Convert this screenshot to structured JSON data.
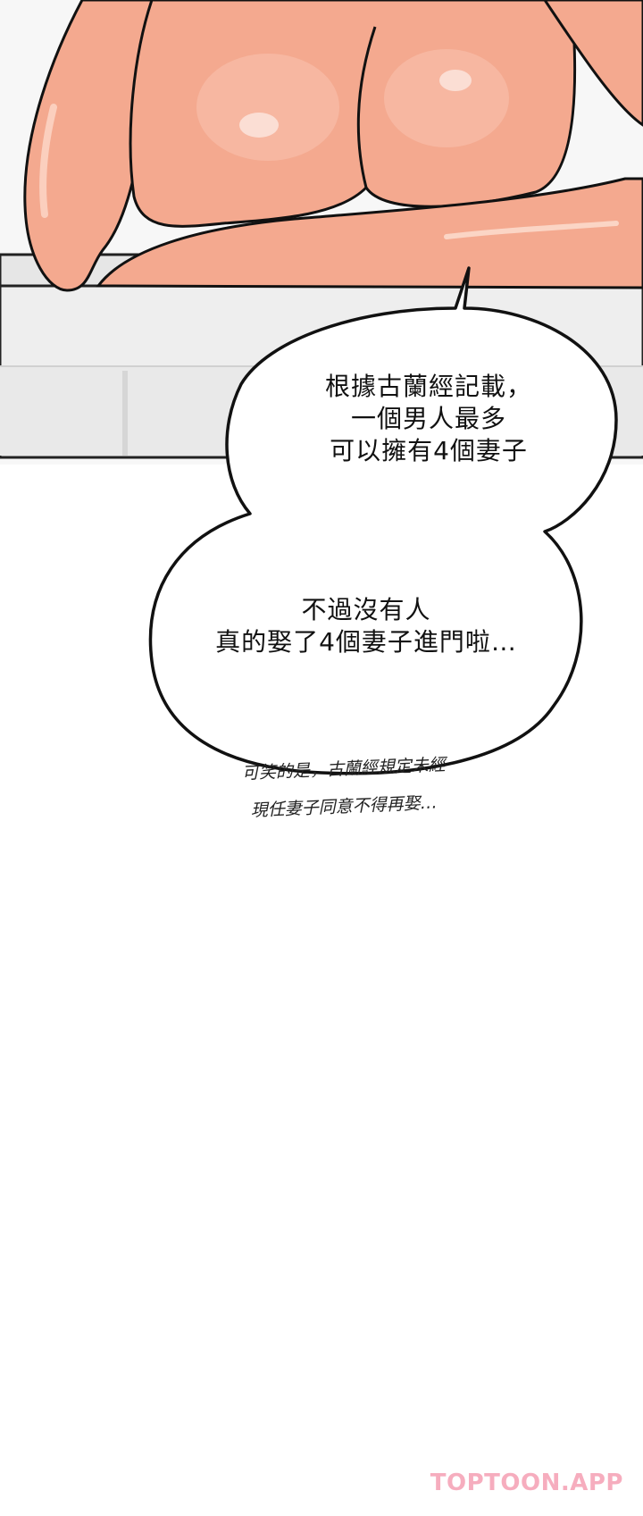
{
  "bubble_1": {
    "text": "根據古蘭經記載，\n一個男人最多\n可以擁有4個妻子"
  },
  "bubble_2": {
    "text": "不過沒有人\n真的娶了4個妻子進門啦…"
  },
  "narration": {
    "line1": "可笑的是，古蘭經規定未經",
    "line2": "現任妻子同意不得再娶…"
  },
  "watermark": {
    "text": "TOPTOON.APP"
  },
  "colors": {
    "skin": "#f4a98f",
    "skin_shade": "#e88f76",
    "counter": "#eeeeee",
    "outline": "#111111",
    "watermark": "#f06b8a"
  }
}
